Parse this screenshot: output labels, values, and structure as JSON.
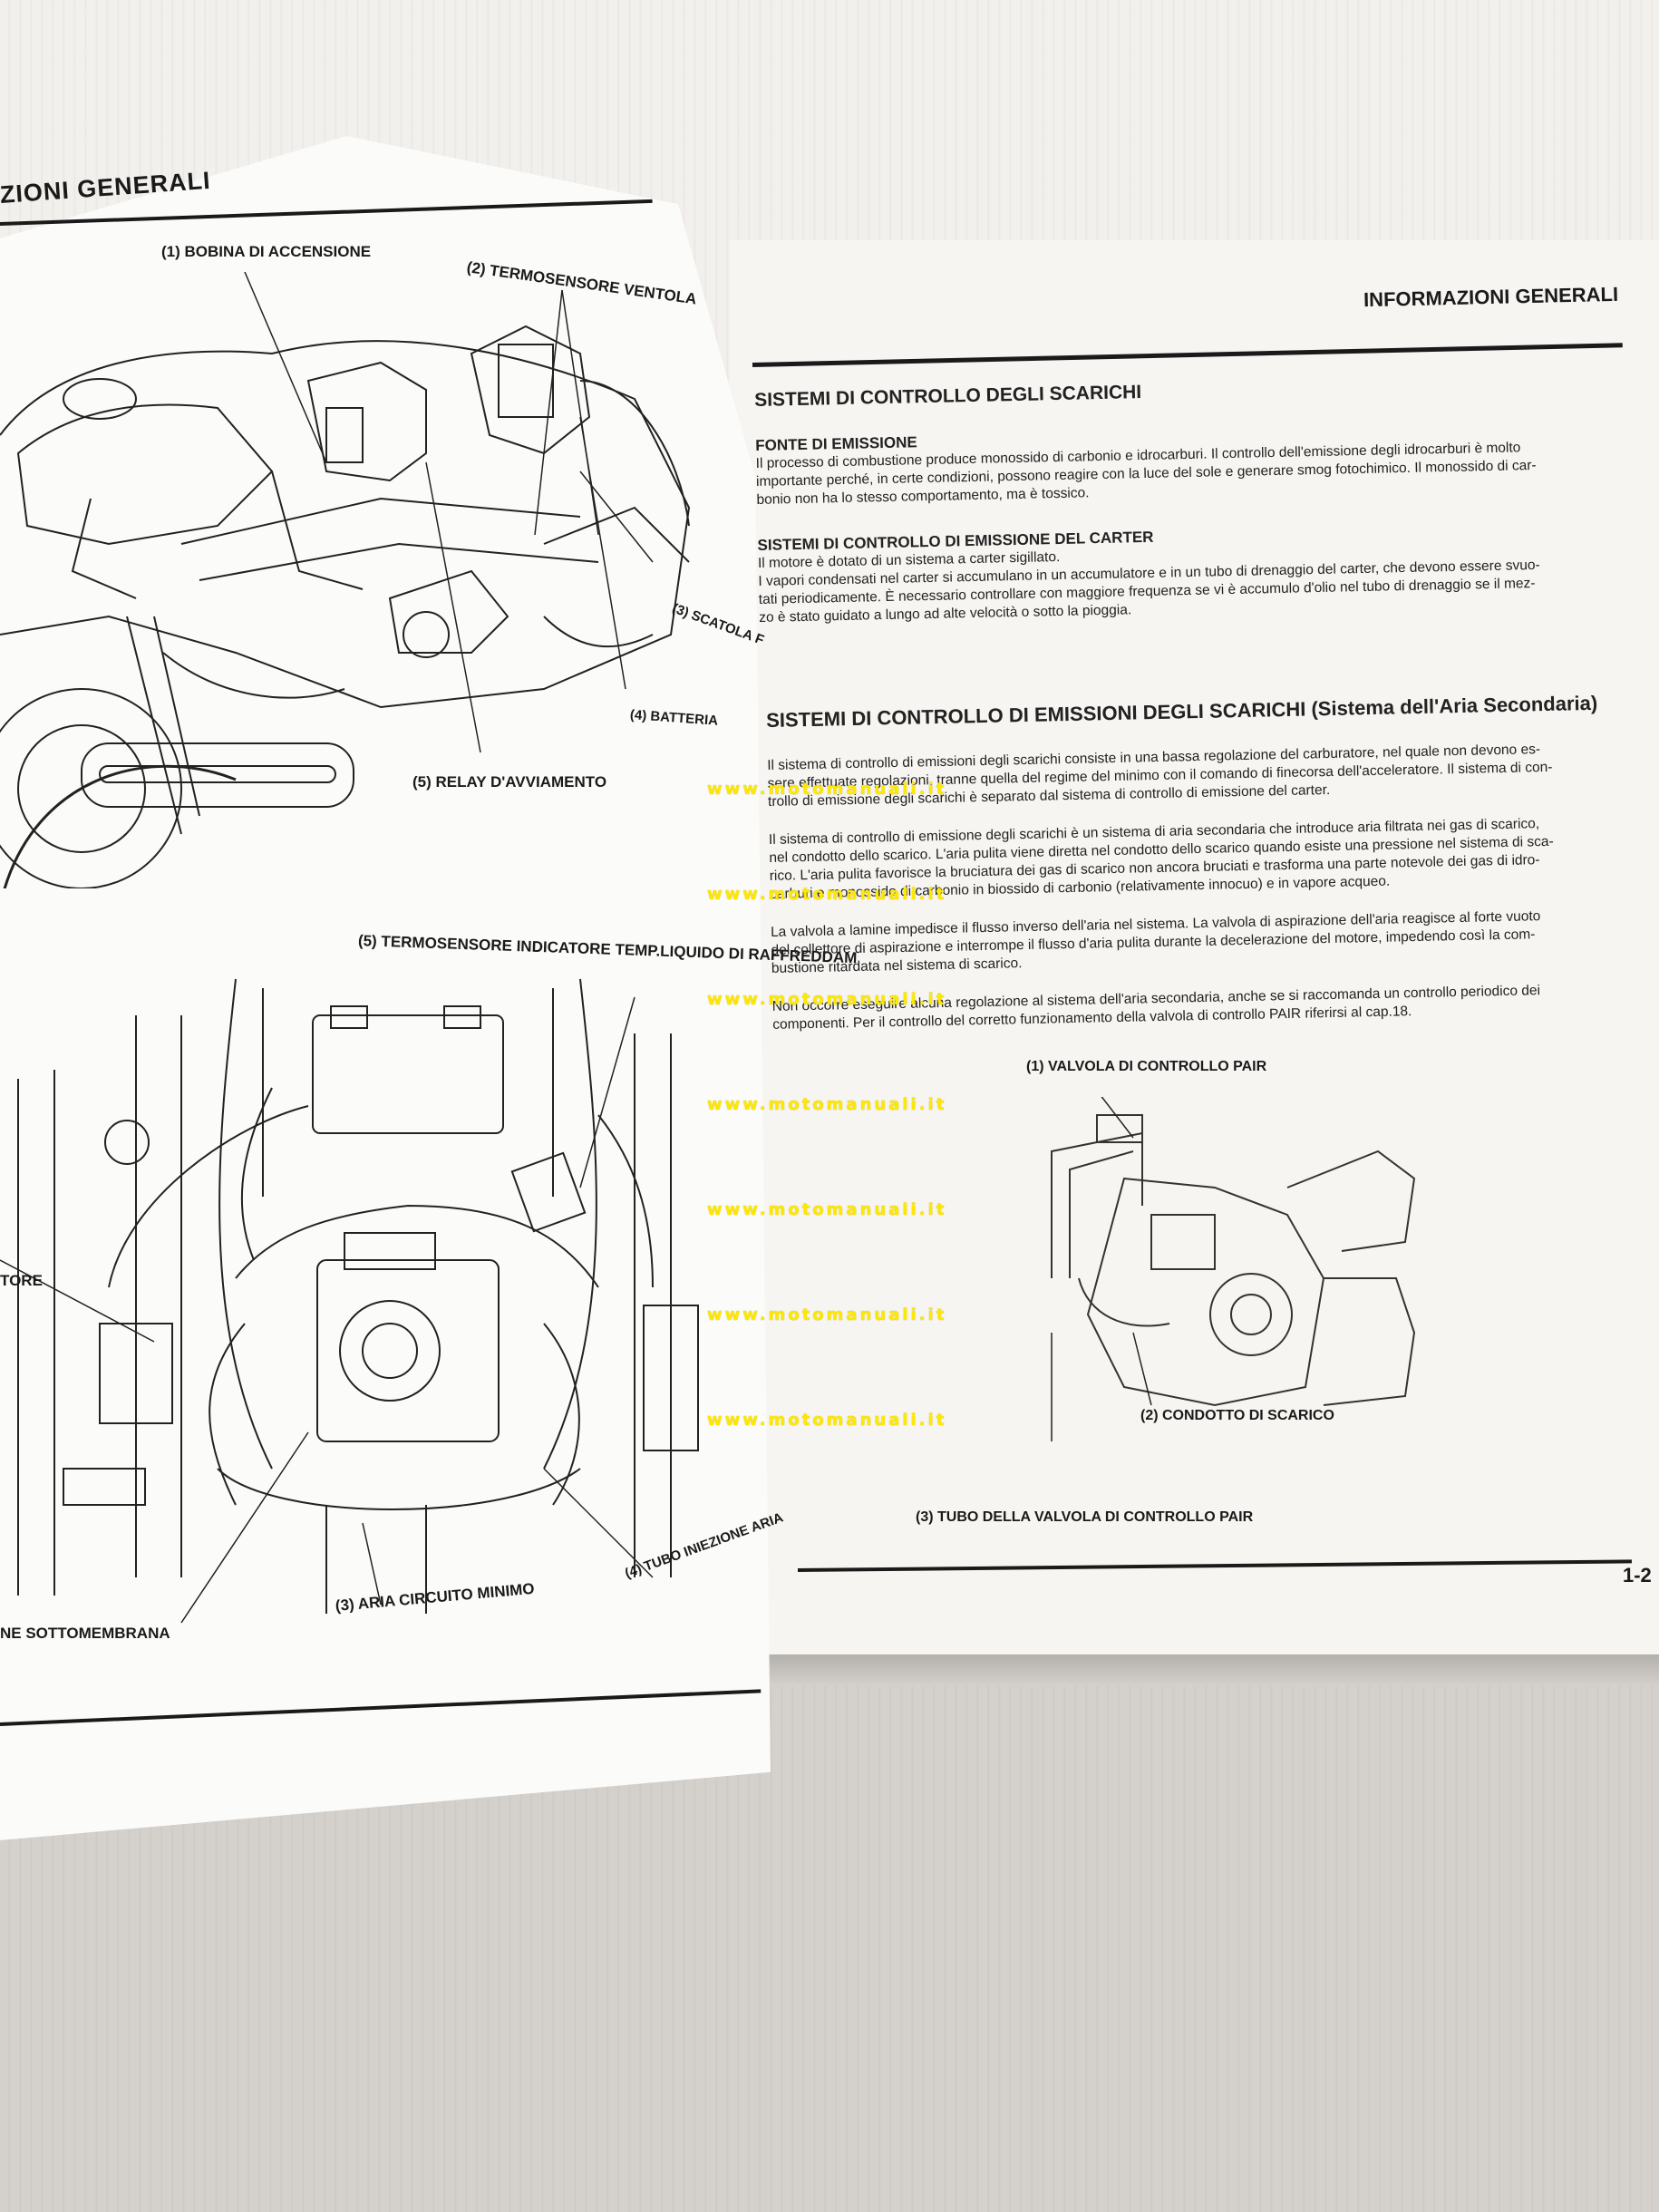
{
  "left_page": {
    "header": "ZIONI GENERALI",
    "top_callouts": {
      "c1": "(1) BOBINA DI ACCENSIONE",
      "c2": "(2) TERMOSENSORE VENTOLA",
      "c3": "(3) SCATOLA F",
      "c4": "(4) BATTERIA",
      "c5": "(5) RELAY D'AVVIAMENTO"
    },
    "bottom_callouts": {
      "c5": "(5) TERMOSENSORE INDICATORE TEMP.LIQUIDO DI RAFFREDDAM",
      "c_tore": "TORE",
      "c_membrana": "NE SOTTOMEMBRANA",
      "c3": "(3) ARIA CIRCUITO MINIMO",
      "c4": "(4) TUBO INIEZIONE ARIA"
    }
  },
  "right_page": {
    "header": "INFORMAZIONI GENERALI",
    "section1_title": "SISTEMI DI CONTROLLO DEGLI SCARICHI",
    "fonte_title": "FONTE DI EMISSIONE",
    "fonte_lines": [
      "Il processo di combustione produce monossido di carbonio e idrocarburi. Il controllo dell'emissione degli idrocarburi è molto",
      "importante perché, in certe condizioni, possono reagire con la luce del sole e generare smog fotochimico. Il monossido di car-",
      "bonio non ha lo stesso comportamento, ma è tossico."
    ],
    "carter_title": "SISTEMI DI CONTROLLO DI EMISSIONE DEL CARTER",
    "carter_lines": [
      "Il motore è dotato di un sistema a carter sigillato.",
      "I vapori condensati nel carter si accumulano in un accumulatore e in un tubo di drenaggio del carter, che devono essere svuo-",
      "tati periodicamente. È necessario controllare con maggiore frequenza se vi è accumulo d'olio nel tubo di drenaggio se il mez-",
      "zo è stato guidato a lungo ad alte velocità o sotto la pioggia."
    ],
    "section2_title": "SISTEMI DI CONTROLLO DI EMISSIONI DEGLI SCARICHI (Sistema dell'Aria Secondaria)",
    "para1_lines": [
      "Il sistema di controllo di emissioni degli scarichi consiste in una bassa regolazione del carburatore, nel quale non devono es-",
      "sere effettuate regolazioni, tranne quella del regime del minimo con il comando di finecorsa dell'acceleratore. Il sistema di con-",
      "trollo di emissione degli scarichi è separato dal sistema di controllo di emissione del carter."
    ],
    "para2_lines": [
      "Il sistema di controllo di emissione degli scarichi è un sistema di aria secondaria che introduce aria filtrata nei gas di scarico,",
      "nel condotto dello scarico. L'aria pulita viene diretta nel condotto dello scarico quando esiste una pressione nel sistema di sca-",
      "rico. L'aria pulita favorisce la bruciatura dei gas di scarico non ancora bruciati e trasforma una parte notevole dei gas di idro-",
      "carburi e monossido di carbonio in biossido di carbonio (relativamente innocuo) e in vapore acqueo."
    ],
    "para3_lines": [
      "La valvola a lamine impedisce il flusso inverso dell'aria nel sistema. La valvola di aspirazione dell'aria reagisce al forte vuoto",
      "del collettore di aspirazione e interrompe il flusso d'aria pulita durante la decelerazione del motore, impedendo così la com-",
      "bustione ritardata nel sistema di scarico."
    ],
    "para4_lines": [
      "Non occorre eseguire alcuna regolazione al sistema dell'aria secondaria, anche se si raccomanda un controllo periodico dei",
      "componenti. Per il controllo del corretto funzionamento della valvola di controllo PAIR riferirsi al cap.18."
    ],
    "diagram_callouts": {
      "c1": "(1) VALVOLA DI CONTROLLO PAIR",
      "c2": "(2) CONDOTTO DI SCARICO",
      "c3": "(3) TUBO DELLA VALVOLA DI CONTROLLO PAIR"
    },
    "page_number": "1-2"
  },
  "watermark": "www.motomanuali.it"
}
